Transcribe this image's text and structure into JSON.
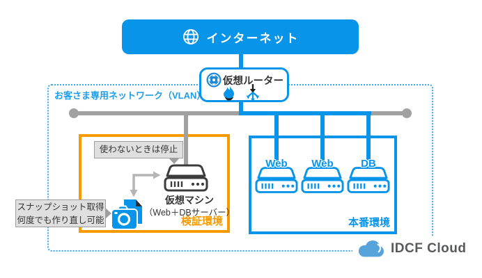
{
  "internet": {
    "label": "インターネット"
  },
  "router": {
    "label": "仮想ルーター"
  },
  "vlan": {
    "label": "お客さま専用ネットワーク（VLAN）"
  },
  "staging": {
    "env_label": "検証環境",
    "stop_tooltip": "使わないときは停止",
    "vm_name": "仮想マシン",
    "vm_detail": "（Web＋DBサーバー）",
    "snapshot_tooltip_line1": "スナップショット取得",
    "snapshot_tooltip_line2": "何度でも作り直し可能"
  },
  "production": {
    "env_label": "本番環境",
    "servers": [
      {
        "label": "Web"
      },
      {
        "label": "Web"
      },
      {
        "label": "DB"
      }
    ]
  },
  "logo": {
    "text": "IDCF Cloud"
  },
  "icons": {
    "internet": "globe-icon",
    "router": "router-icon",
    "firewall": "firewall-flame-icon",
    "load_balancer": "load-balancer-icon",
    "virtual_machine": "server-icon",
    "production_servers": "server-icon",
    "snapshot": "camera-snapshot-icon",
    "logo": "cloud-icon"
  },
  "colors": {
    "accent_blue": "#0894E8",
    "vlan_dotted_blue": "#38A7ED",
    "orange": "#F59B00",
    "line_gray": "#A1A1A1",
    "tooltip_bg": "#DFDFDF",
    "tooltip_border": "#9E9E9E",
    "text_dark": "#333333",
    "logo_text_gray": "#58595B",
    "logo_cloud_blue": "#57A4DC"
  }
}
